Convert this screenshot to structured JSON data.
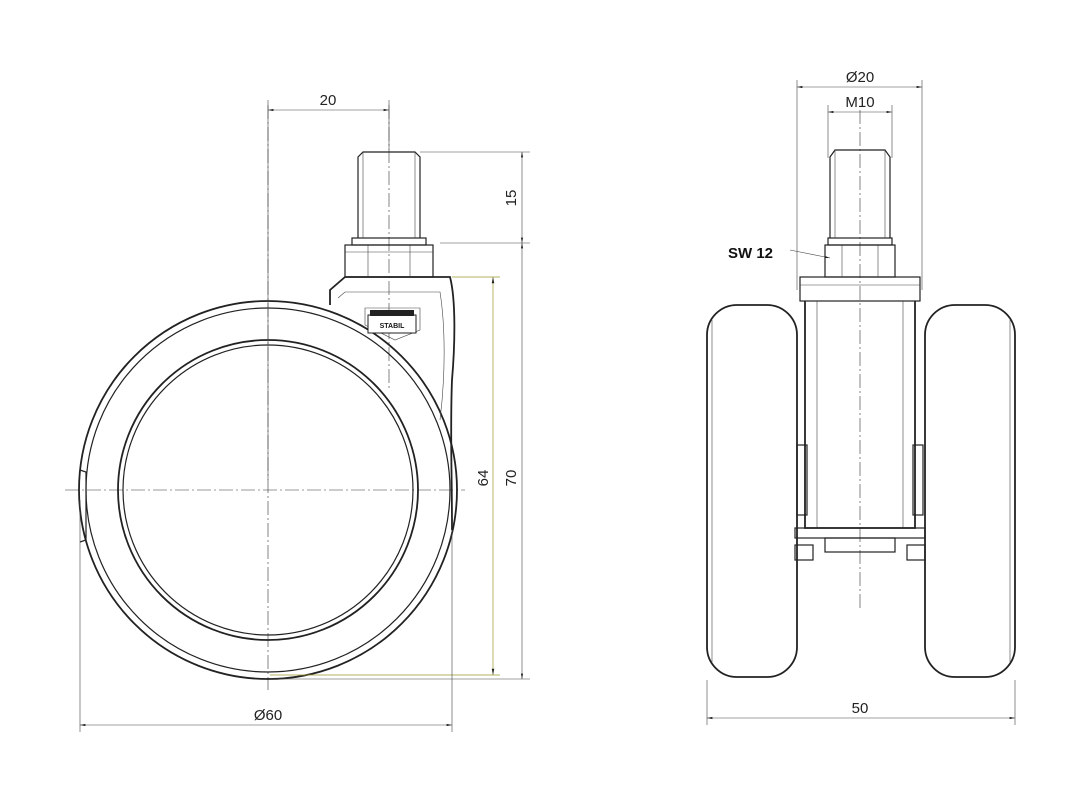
{
  "side_view": {
    "dims": {
      "stem_offset": "20",
      "stem_length": "15",
      "wheel_height": "64",
      "total_height": "70",
      "wheel_diameter": "Ø60"
    },
    "logo": "STABIL"
  },
  "front_view": {
    "dims": {
      "stem_diameter": "Ø20",
      "thread": "M10",
      "wrench_size": "SW 12",
      "total_width": "50"
    }
  }
}
